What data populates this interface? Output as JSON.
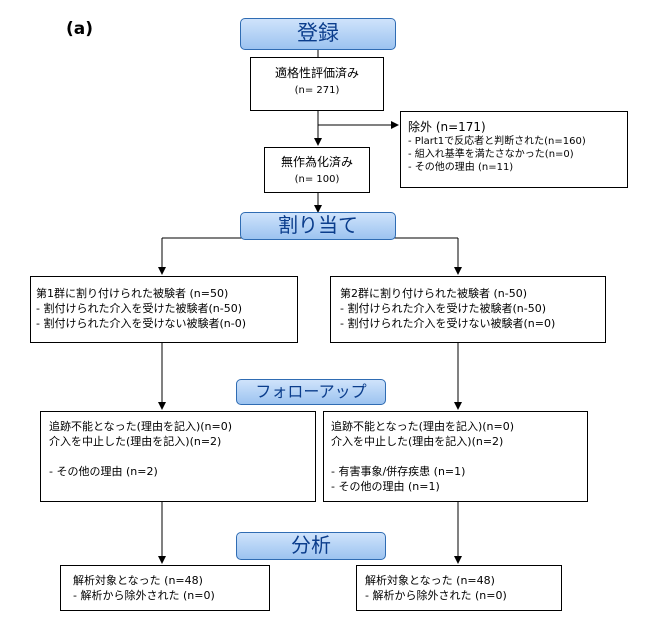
{
  "panel_label": "(a)",
  "phases": {
    "enrollment": "登録",
    "allocation": "割り当て",
    "followup": "フォローアップ",
    "analysis": "分析"
  },
  "assessed": {
    "title": "適格性評価済み",
    "count": "(n= 271)"
  },
  "excluded": {
    "title": "除外 (n=171)",
    "reasons": [
      "- Plart1で反応者と判断された(n=160)",
      "- 組入れ基準を満たさなかった(n=0)",
      "- その他の理由 (n=11)"
    ]
  },
  "randomized": {
    "title": "無作為化済み",
    "count": "(n= 100)"
  },
  "group1_alloc": {
    "lines": [
      "第1群に割り付けられた被験者 (n=50)",
      "- 割付けられた介入を受けた被験者(n-50)",
      "- 割付けられた介入を受けない被験者(n-0)"
    ]
  },
  "group2_alloc": {
    "lines": [
      "第2群に割り付けられた被験者 (n-50)",
      "- 割付けられた介入を受けた被験者(n-50)",
      "- 割付けられた介入を受けない被験者(n=0)"
    ]
  },
  "group1_follow": {
    "lines": [
      "追跡不能となった(理由を記入)(n=0)",
      "介入を中止した(理由を記入)(n=2)",
      "",
      "- その他の理由 (n=2)"
    ]
  },
  "group2_follow": {
    "lines": [
      "追跡不能となった(理由を記入)(n=0)",
      "介入を中止した(理由を記入)(n=2)",
      "",
      "- 有害事象/併存疾患 (n=1)",
      "- その他の理由 (n=1)"
    ]
  },
  "group1_analysis": {
    "lines": [
      "解析対象となった (n=48)",
      "- 解析から除外された (n=0)"
    ]
  },
  "group2_analysis": {
    "lines": [
      "解析対象となった (n=48)",
      "- 解析から除外された (n=0)"
    ]
  }
}
